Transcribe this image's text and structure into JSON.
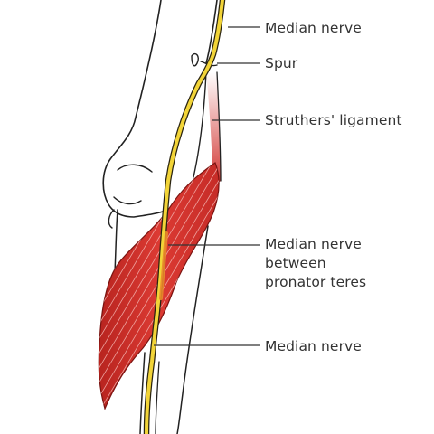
{
  "labels": {
    "median_nerve_top": "Median nerve",
    "spur": "Spur",
    "struthers_ligament": "Struthers' ligament",
    "median_nerve_between": [
      "Median nerve",
      "between",
      "pronator teres"
    ],
    "median_nerve_bottom": "Median nerve"
  },
  "colors": {
    "nerve": "#f2d438",
    "muscle": "#d0312d",
    "muscle_dark": "#a8201c",
    "bone_outline": "#222222",
    "leader_line": "#333333",
    "label_text": "#333333"
  }
}
